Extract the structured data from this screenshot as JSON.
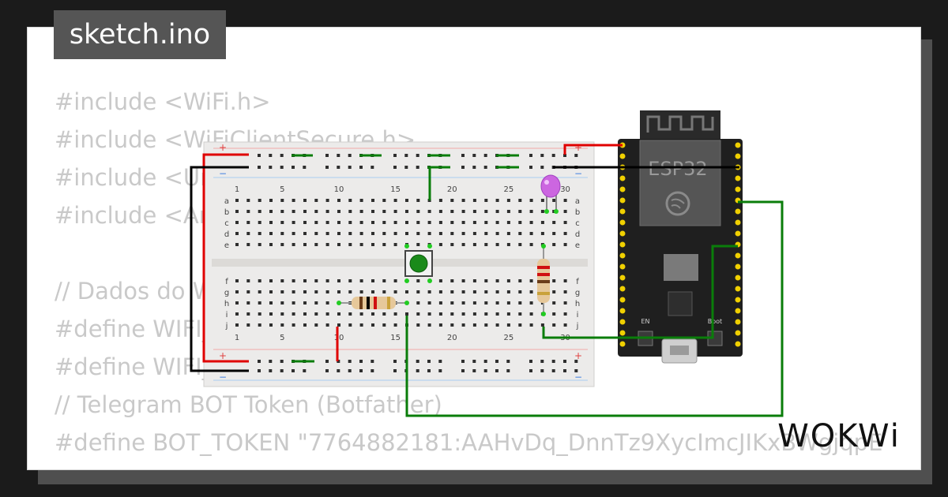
{
  "title": "sketch.ino",
  "code_lines": [
    "#include <WiFi.h>",
    "#include <WiFiClientSecure.h>",
    "#include <UniversalTelegramBot.h>",
    "#include <ArduinoJson.h>",
    "",
    "// Dados do WiFi",
    "#define WIFI_SSID \"Wokwi-GUEST\"",
    "#define WIFI_PASSWORD \"\"",
    "// Telegram BOT Token (Botfather)",
    "#define BOT_TOKEN \"7764882181:AAHvDq_DnnTz9XycImcJIKxBWgjqpE"
  ],
  "breadboard": {
    "rows_top": [
      "a",
      "b",
      "c",
      "d",
      "e"
    ],
    "rows_bottom": [
      "f",
      "g",
      "h",
      "i",
      "j"
    ],
    "column_numbers": [
      "1",
      "5",
      "10",
      "15",
      "20",
      "25",
      "30"
    ],
    "rail_plus": "+",
    "rail_minus": "−"
  },
  "esp32": {
    "chip_label": "ESP32",
    "button_en": "EN",
    "button_boot": "Boot"
  },
  "brand": "WOKWi",
  "colors": {
    "wire_red": "#e00000",
    "wire_black": "#000000",
    "wire_green": "#0a7d0a",
    "board": "#1f1f1f",
    "pin": "#f0d000",
    "led": "#cc66e0",
    "resistor": "#e6c89a"
  }
}
